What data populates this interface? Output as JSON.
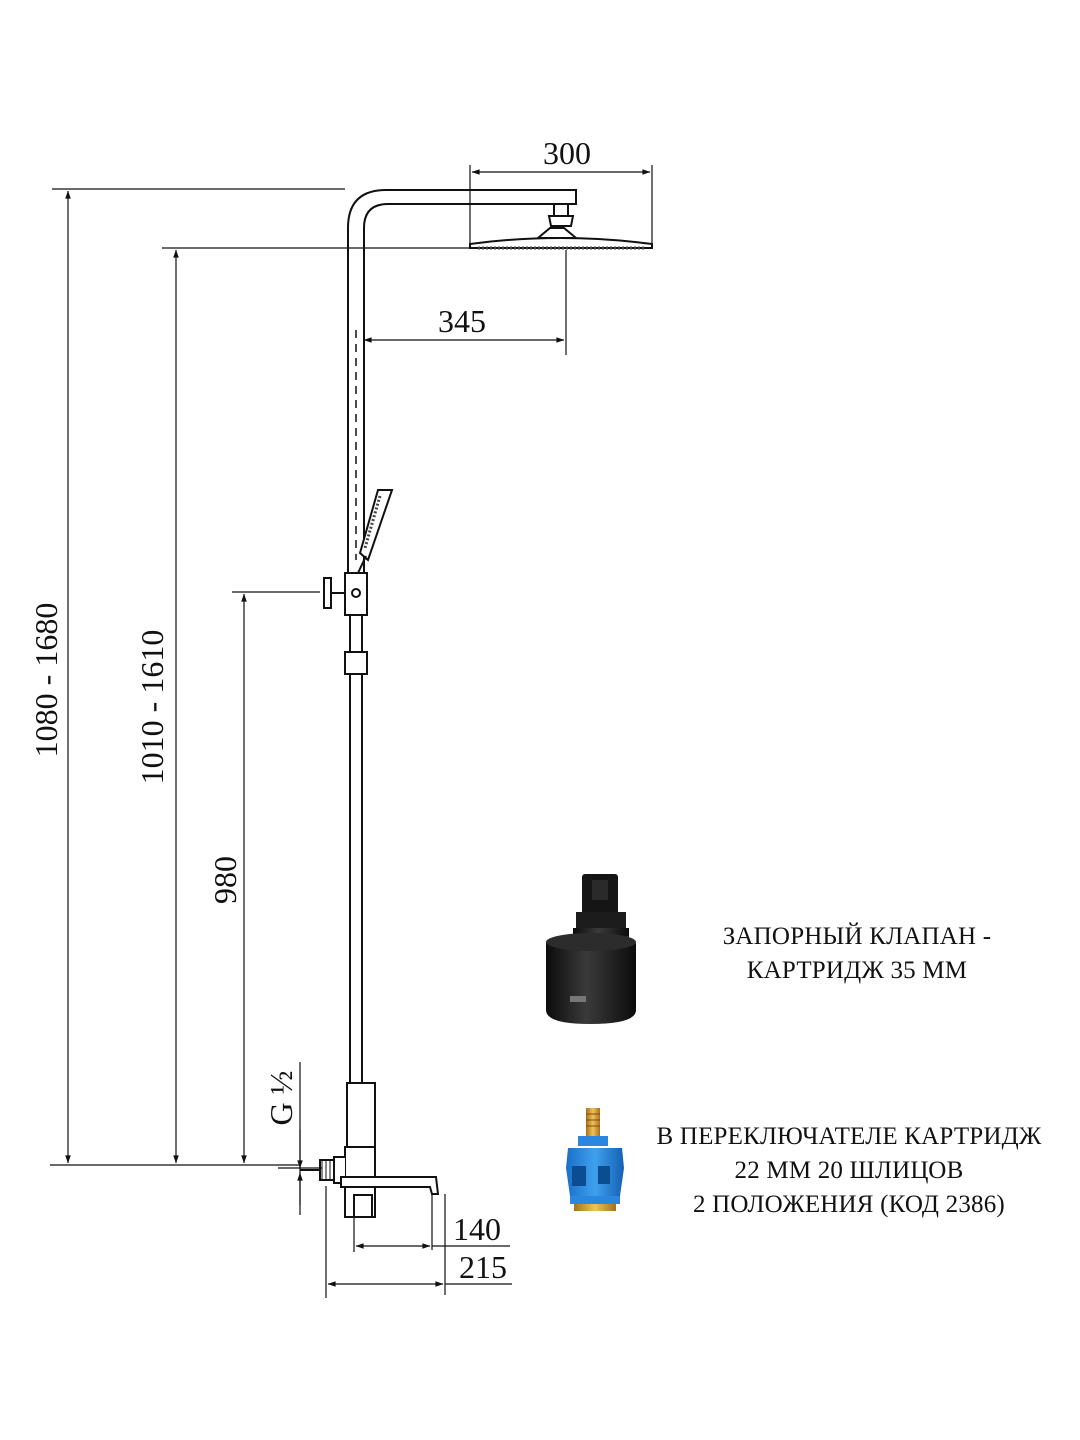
{
  "dimensions": {
    "head_width": "300",
    "arm_reach": "345",
    "total_height": "1080 - 1680",
    "head_height": "1010 - 1610",
    "holder_height": "980",
    "inlet_thread": "G ½",
    "spout_length": "140",
    "mixer_depth": "215"
  },
  "shutoff_valve": {
    "line1": "ЗАПОРНЫЙ КЛАПАН -",
    "line2": "КАРТРИДЖ 35 ММ",
    "photo_icon": "black-35mm-cartridge"
  },
  "diverter": {
    "line1": "В ПЕРЕКЛЮЧАТЕЛЕ КАРТРИДЖ",
    "line2": "22 ММ 20 ШЛИЦОВ",
    "line3": "2 ПОЛОЖЕНИЯ (КОД 2386)",
    "photo_icon": "blue-diverter-cartridge"
  }
}
